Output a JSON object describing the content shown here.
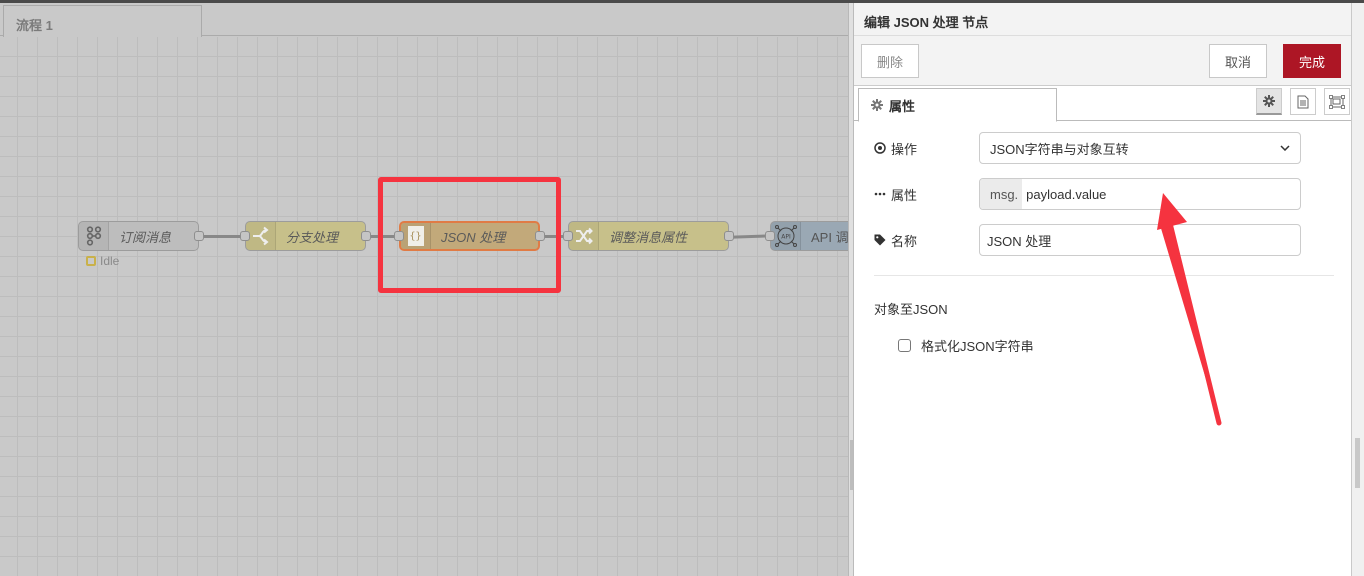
{
  "workspace": {
    "flow_tab": "流程 1",
    "nodes": [
      {
        "label": "订阅消息",
        "icon": "subscribe-icon",
        "color": "#bdbdbd",
        "status": "Idle"
      },
      {
        "label": "分支处理",
        "icon": "switch-icon",
        "color": "#c7c08a"
      },
      {
        "label": "JSON 处理",
        "icon": "json-icon",
        "color": "#c2a97a"
      },
      {
        "label": "调整消息属性",
        "icon": "change-icon",
        "color": "#c7c08a"
      },
      {
        "label": "API 调",
        "icon": "api-icon",
        "color": "#9aa8b4"
      }
    ]
  },
  "tray": {
    "title": "编辑 JSON 处理 节点",
    "toolbar": {
      "delete_label": "删除",
      "cancel_label": "取消",
      "done_label": "完成",
      "done_color": "#ad1625"
    },
    "tabs": {
      "properties_label": "属性"
    },
    "form": {
      "action": {
        "label": "操作",
        "value": "JSON字符串与对象互转"
      },
      "property": {
        "label": "属性",
        "prefix": "msg.",
        "value": "payload.value"
      },
      "name": {
        "label": "名称",
        "value": "JSON 处理"
      }
    },
    "section": {
      "title": "对象至JSON",
      "checkbox_label": "格式化JSON字符串",
      "checked": false
    }
  },
  "annotation": {
    "highlight_color": "#f5333f"
  }
}
